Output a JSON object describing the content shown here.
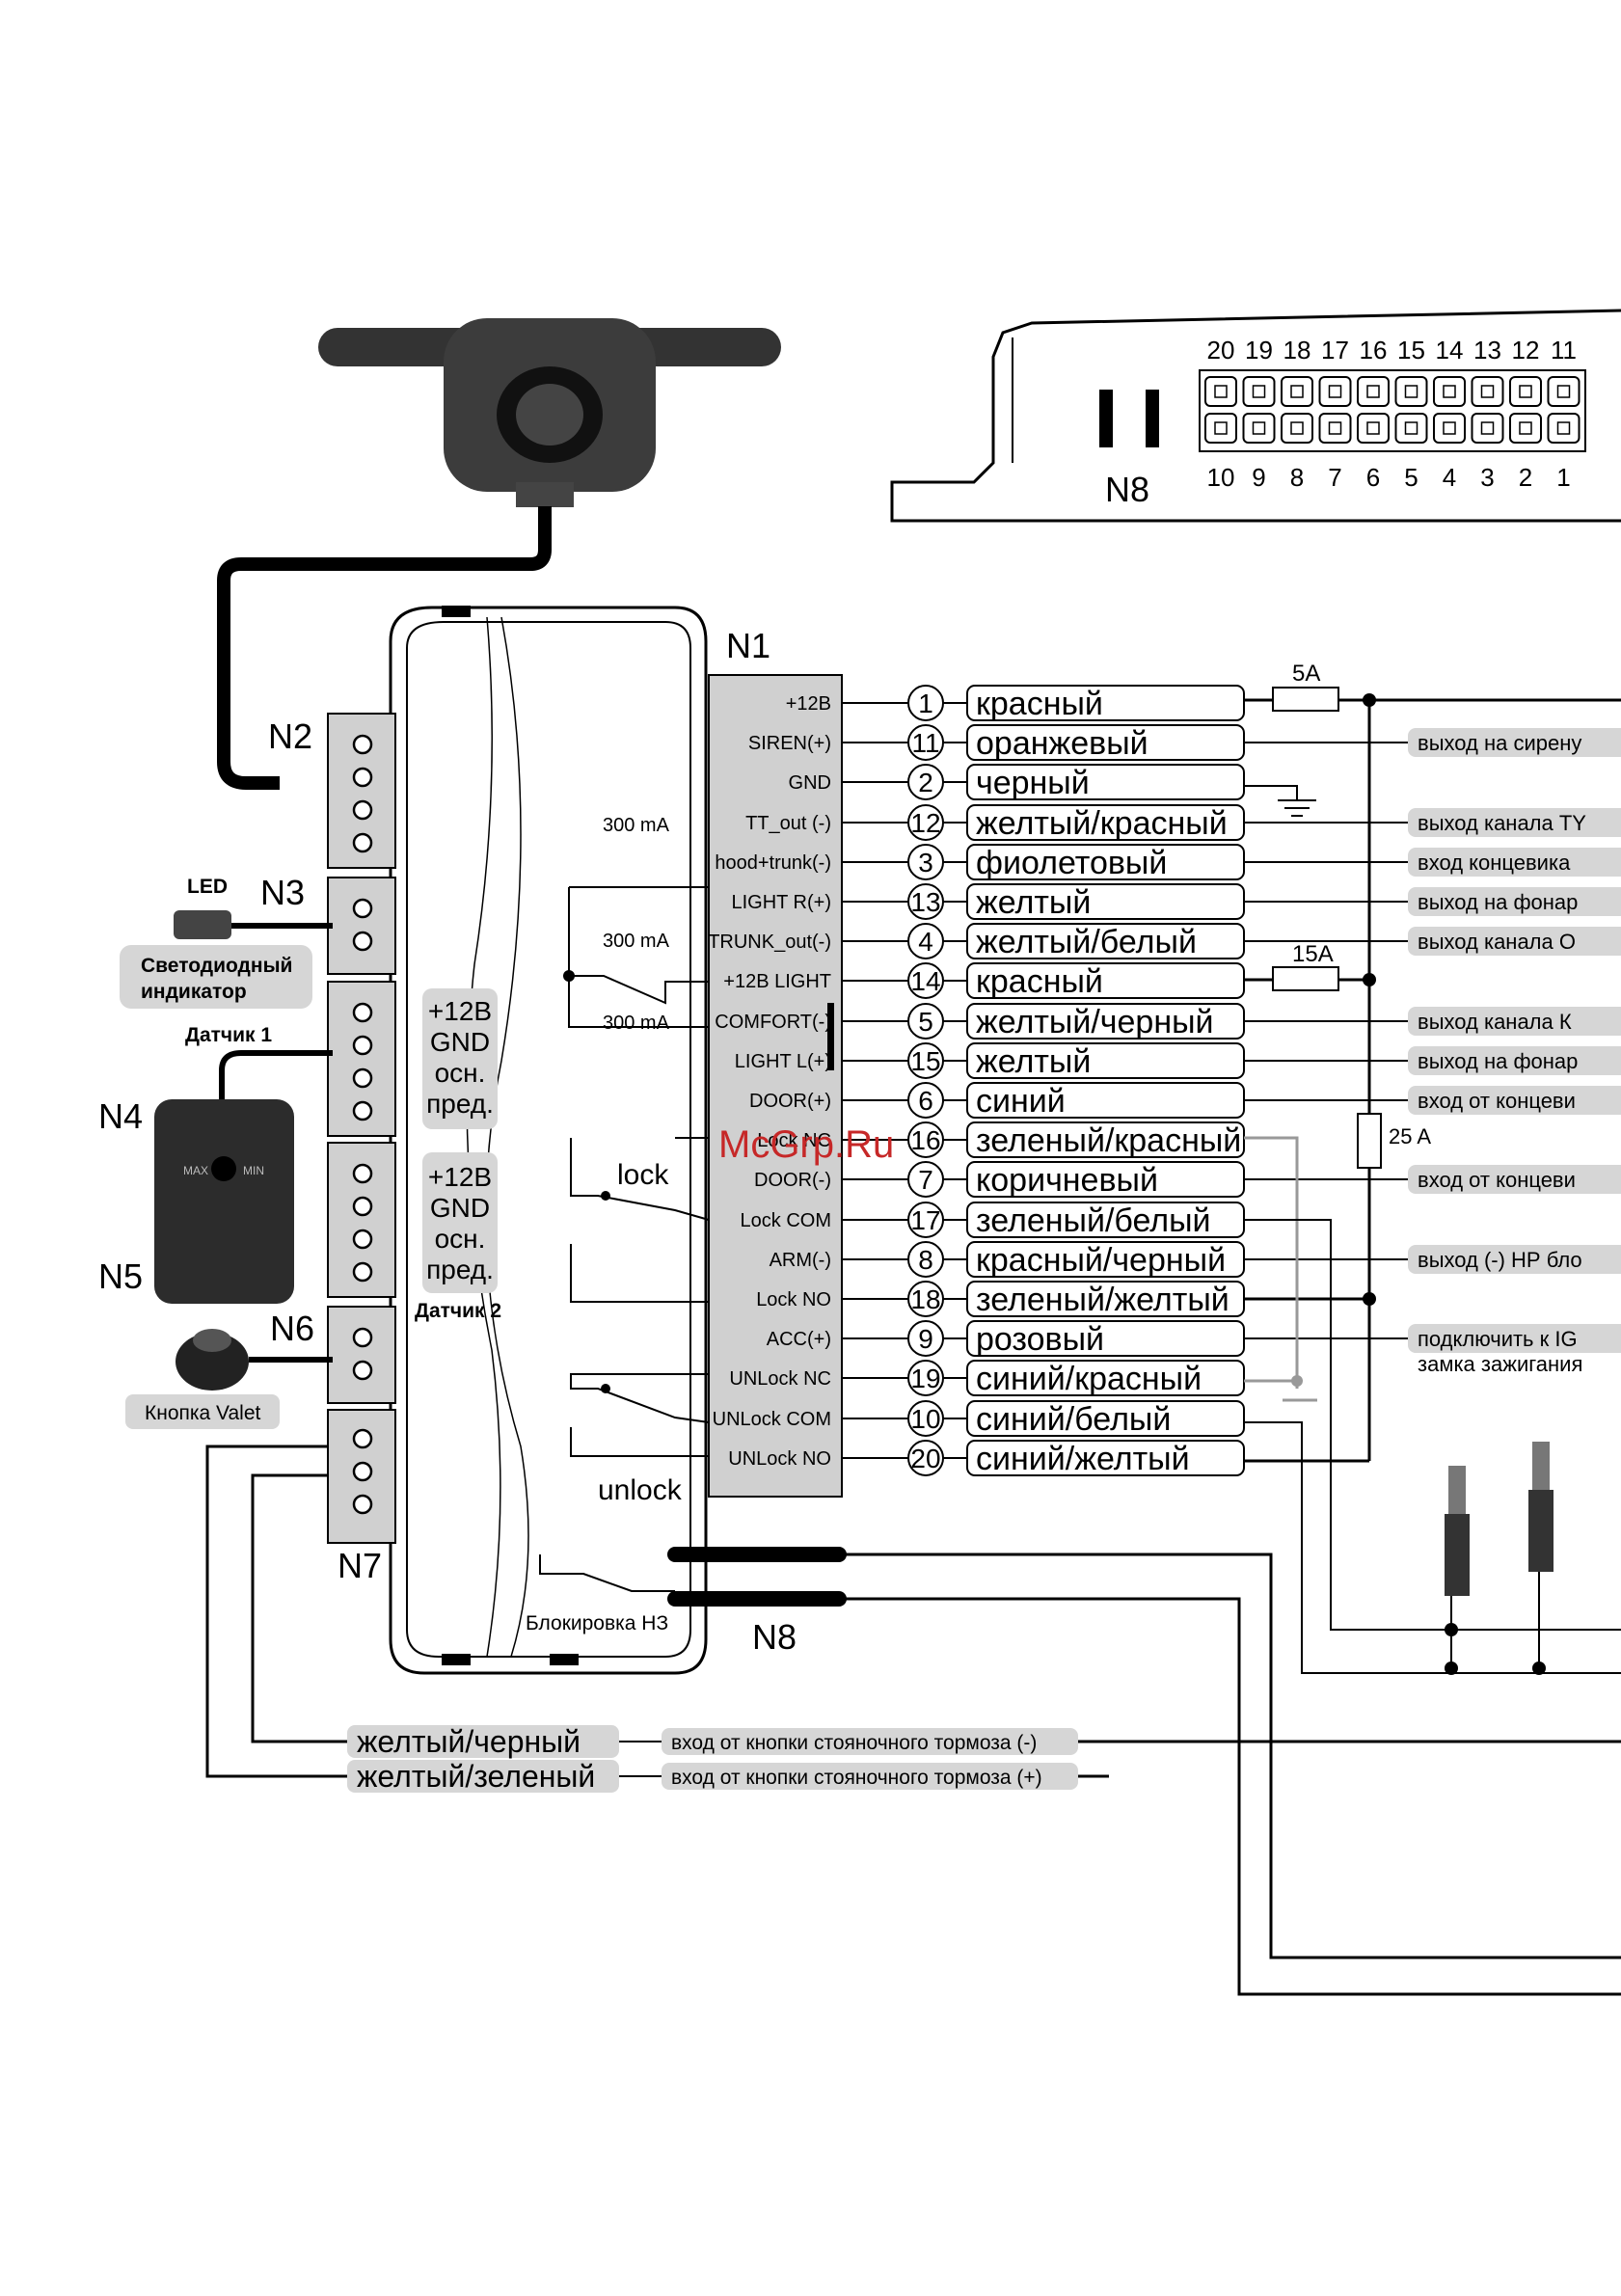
{
  "connectors": {
    "n1": "N1",
    "n2": "N2",
    "n3": "N3",
    "n4": "N4",
    "n5": "N5",
    "n6": "N6",
    "n7": "N7",
    "n8_top": "N8",
    "n8_bottom": "N8"
  },
  "connector_n8": {
    "top_pins": [
      "20",
      "19",
      "18",
      "17",
      "16",
      "15",
      "14",
      "13",
      "12",
      "11"
    ],
    "bottom_pins": [
      "10",
      "9",
      "8",
      "7",
      "6",
      "5",
      "4",
      "3",
      "2",
      "1"
    ]
  },
  "rows": [
    {
      "pin": "+12B",
      "num": "1",
      "wire": "красный",
      "desc": ""
    },
    {
      "pin": "SIREN(+)",
      "num": "11",
      "wire": "оранжевый",
      "desc": "выход на сирену"
    },
    {
      "pin": "GND",
      "num": "2",
      "wire": "черный",
      "desc": ""
    },
    {
      "pin": "TT_out (-)",
      "num": "12",
      "wire": "желтый/красный",
      "desc": "выход канала TY"
    },
    {
      "pin": "hood+trunk(-)",
      "num": "3",
      "wire": "фиолетовый",
      "desc": "вход концевика"
    },
    {
      "pin": "LIGHT R(+)",
      "num": "13",
      "wire": "желтый",
      "desc": "выход на фонар"
    },
    {
      "pin": "TRUNK_out(-)",
      "num": "4",
      "wire": "желтый/белый",
      "desc": "выход канала О"
    },
    {
      "pin": "+12B LIGHT",
      "num": "14",
      "wire": "красный",
      "desc": ""
    },
    {
      "pin": "COMFORT(-)",
      "num": "5",
      "wire": "желтый/черный",
      "desc": "выход канала К"
    },
    {
      "pin": "LIGHT L(+)",
      "num": "15",
      "wire": "желтый",
      "desc": "выход на фонар"
    },
    {
      "pin": "DOOR(+)",
      "num": "6",
      "wire": "синий",
      "desc": "вход от концеви"
    },
    {
      "pin": "Lock NC",
      "num": "16",
      "wire": "зеленый/красный",
      "desc": ""
    },
    {
      "pin": "DOOR(-)",
      "num": "7",
      "wire": "коричневый",
      "desc": "вход от концеви"
    },
    {
      "pin": "Lock COM",
      "num": "17",
      "wire": "зеленый/белый",
      "desc": ""
    },
    {
      "pin": "ARM(-)",
      "num": "8",
      "wire": "красный/черный",
      "desc": "выход (-) НР бло"
    },
    {
      "pin": "Lock NO",
      "num": "18",
      "wire": "зеленый/желтый",
      "desc": ""
    },
    {
      "pin": "ACC(+)",
      "num": "9",
      "wire": "розовый",
      "desc": "подключить к IG"
    },
    {
      "pin": "UNLock NC",
      "num": "19",
      "wire": "синий/красный",
      "desc": ""
    },
    {
      "pin": "UNLock COM",
      "num": "10",
      "wire": "синий/белый",
      "desc": ""
    },
    {
      "pin": "UNLock NO",
      "num": "20",
      "wire": "синий/желтый",
      "desc": ""
    }
  ],
  "extra_desc": "замка зажигания",
  "fuses": {
    "f1": "5A",
    "f2": "15A",
    "f3": "25 A"
  },
  "currents": {
    "c1": "300 mA",
    "c2": "300 mA",
    "c3": "300 mA"
  },
  "relays": {
    "lock": "lock",
    "unlock": "unlock"
  },
  "labels": {
    "led": "LED",
    "led_indicator_1": "Светодиодный",
    "led_indicator_2": "индикатор",
    "sensor1": "Датчик 1",
    "sensor2": "Датчик 2",
    "valet": "Кнопка Valet",
    "block": "Блокировка НЗ",
    "watermark": "McGrp.Ru",
    "sensor_knob_max": "MAX",
    "sensor_knob_min": "MIN"
  },
  "sensor_pins": {
    "s1": [
      "+12В",
      "GND",
      "осн.",
      "пред."
    ],
    "s2": [
      "+12В",
      "GND",
      "осн.",
      "пред."
    ]
  },
  "bottom_wires": [
    {
      "wire": "желтый/черный",
      "desc": "вход от кнопки стояночного тормоза (-)"
    },
    {
      "wire": "желтый/зеленый",
      "desc": "вход от кнопки стояночного тормоза (+)"
    }
  ]
}
